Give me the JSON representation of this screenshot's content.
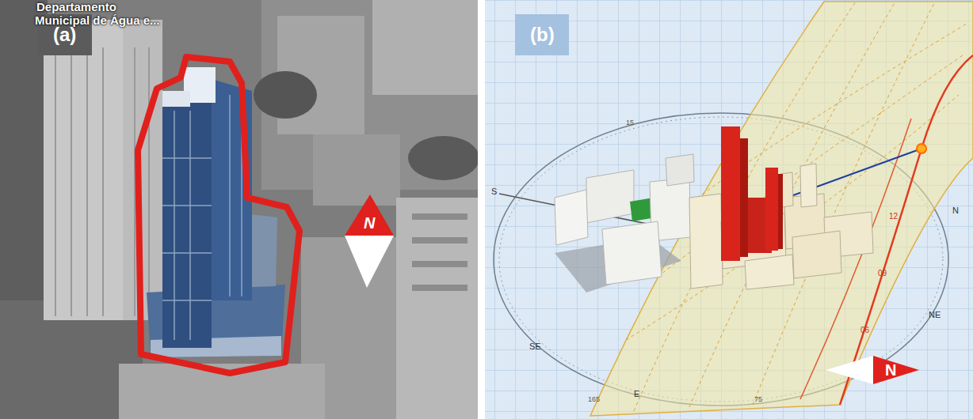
{
  "diagram": {
    "nodes": [
      {
        "text": [
          "(a)"
        ]
      },
      {
        "text": [
          "N"
        ]
      },
      {
        "text": [
          "(b)"
        ]
      },
      {
        "text": [
          "N"
        ]
      }
    ],
    "labels": [
      "Departamento",
      "Municipal de Água e...",
      "S",
      "SE",
      "E",
      "NE",
      "N",
      "12",
      "09",
      "06",
      "165",
      "75",
      "15"
    ]
  }
}
